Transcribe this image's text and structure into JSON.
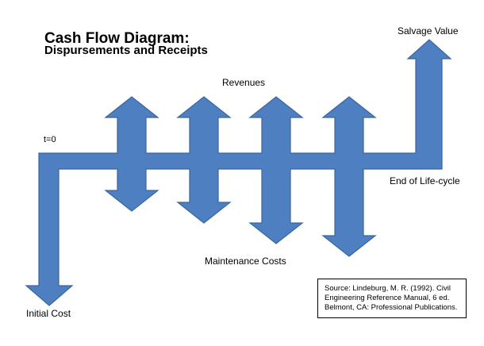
{
  "title": "Cash Flow Diagram:",
  "subtitle": "Dispursements and Receipts",
  "labels": {
    "salvage_value": "Salvage Value",
    "revenues": "Revenues",
    "t0": "t=0",
    "end_of_life_cycle": "End of Life-cycle",
    "maintenance_costs": "Maintenance Costs",
    "initial_cost": "Initial Cost"
  },
  "source": {
    "lines": [
      "Source: Lindeburg, M. R. (1992). Civil",
      "Engineering Reference Manual, 6 ed.",
      "Belmont, CA: Professional Publications."
    ]
  },
  "colors": {
    "flow_fill": "#4e7fc0",
    "flow_stroke": "#3a65a0"
  }
}
